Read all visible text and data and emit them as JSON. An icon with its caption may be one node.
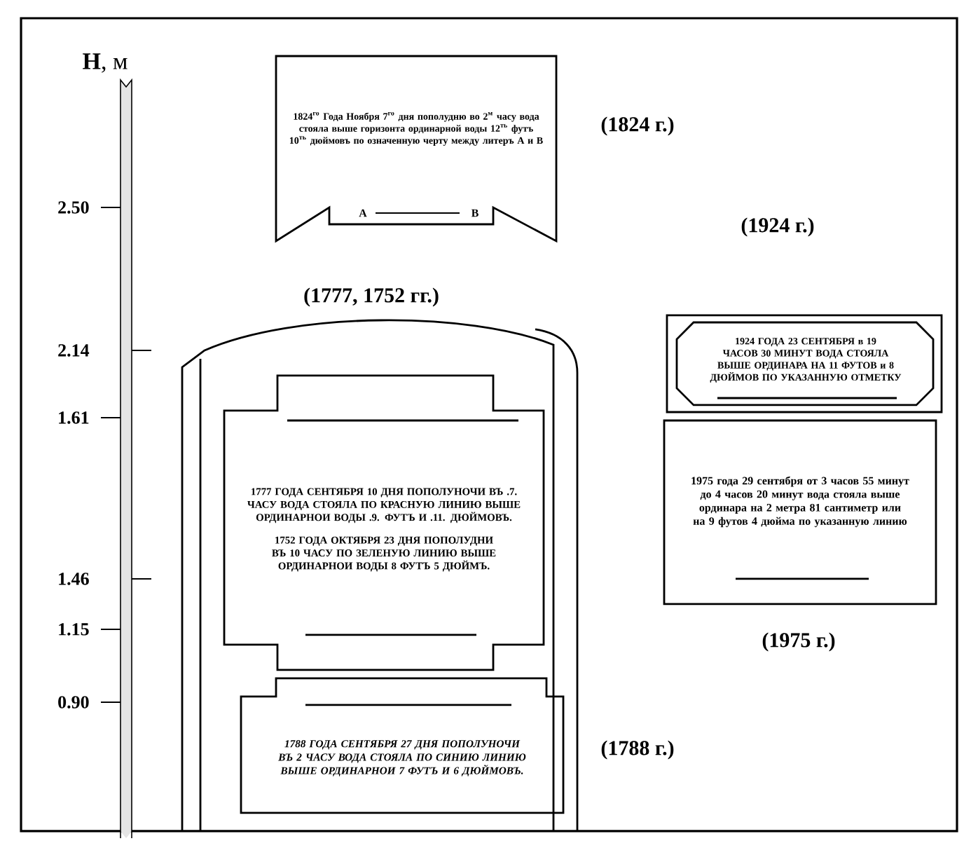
{
  "diagram": {
    "nodes": [
      {
        "text": [
          "1824$^{го}$ Года Ноября 7$^{го}$ дня пополудню во 2$^{м}$ часу вода стояла выше горизонта ординарной воды 12$^{ть}$ футъ 10$^{ть}$ дюймовъ по означенную черту между литеръ А и В",
          "А",
          "В"
        ],
        "beside": [
          "(1824 г.)"
        ]
      },
      {
        "text": [
          "1924 ГОДА 23 СЕНТЯБРЯ в 19 ЧАСОВ 30 МИНУТ ВОДА СТОЯЛА ВЫШЕ ОРДИНАРА НА 11 ФУТОВ и 8 ДЮЙМОВ ПО УКАЗАННУЮ ОТМЕТКУ"
        ],
        "beside": [
          "(1924 г.)"
        ]
      },
      {
        "text": [],
        "shape": "box",
        "beside": [
          "(1777, 1752 гг.)"
        ]
      },
      {
        "text": [
          "1777 ГОДА СЕНТЯБРЯ 10 ДНЯ ПОПОЛУНОЧИ ВЪ .7. ЧАСУ ВОДА СТОЯЛА ПО КРАСНУЮ ЛИНИЮ ВЫШЕ ОРДИНАРНОИ ВОДЫ .9. ФУТЪ И .11. ДЮЙМОВЪ.",
          "1752 ГОДА ОКТЯБРЯ 23 ДНЯ ПОПОЛУДНИ ВЪ 10 ЧАСУ ПО ЗЕЛЕНУЮ ЛИНИЮ ВЫШЕ ОРДИНАРНОИ ВОДЫ 8 ФУТЪ 5 ДЮЙМЪ."
        ],
        "in": 2
      },
      {
        "text": [
          "1788 ГОДА СЕНТЯБРЯ 27 ДНЯ ПОПОЛУНОЧИ ВЪ 2 ЧАСУ ВОДА СТОЯЛА ПО СИНИЮ ЛИНИЮ ВЫШЕ ОРДИНАРНОИ 7 ФУТЪ И 6 ДЮЙМОВЪ."
        ],
        "in": 2,
        "beside": [
          "(1788 г.)"
        ]
      },
      {
        "text": [
          "1975 года 29 сентября от 3 часов 55 минут до 4 часов 20 минут вода стояла выше ординара на 2 метра 81 сантиметр или на 9 футов 4 дюйма по указанную линию"
        ],
        "beside": [
          "(1975 г.)"
        ]
      }
    ],
    "labels": [
      "**H**, м",
      "2.50",
      "2.14",
      "1.61",
      "1.46",
      "1.15",
      "0.90"
    ]
  }
}
